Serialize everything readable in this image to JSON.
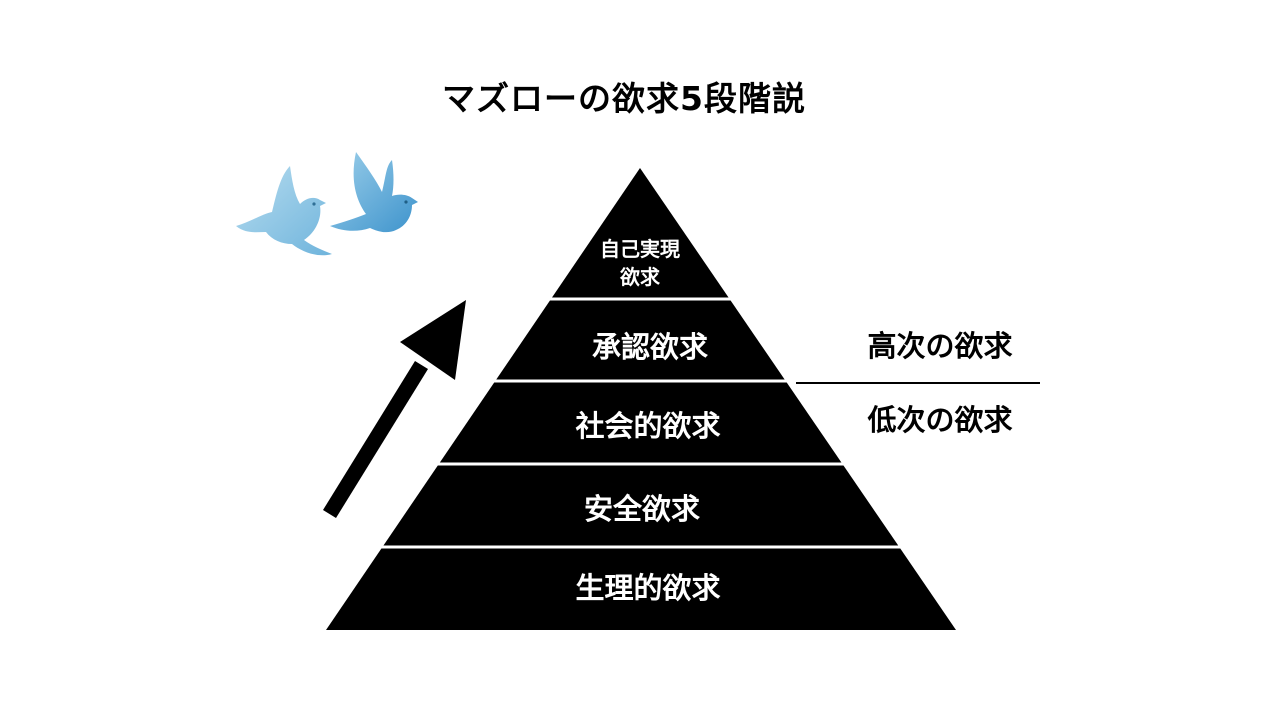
{
  "title": "マズローの欲求5段階説",
  "pyramid": {
    "levels": [
      {
        "label_lines": [
          "自己実現",
          "欲求"
        ]
      },
      {
        "label_lines": [
          "承認欲求"
        ]
      },
      {
        "label_lines": [
          "社会的欲求"
        ]
      },
      {
        "label_lines": [
          "安全欲求"
        ]
      },
      {
        "label_lines": [
          "生理的欲求"
        ]
      }
    ]
  },
  "side_labels": {
    "upper": "高次の欲求",
    "lower": "低次の欲求"
  },
  "colors": {
    "pyramid_fill": "#000000",
    "level_text": "#ffffff",
    "divider": "#ffffff",
    "arrow": "#000000",
    "bird_light": "#8fc5e3",
    "bird_dark": "#4a9fd1"
  },
  "icons": {
    "arrow": "up-right-arrow-icon",
    "birds": "flying-birds-icon"
  }
}
